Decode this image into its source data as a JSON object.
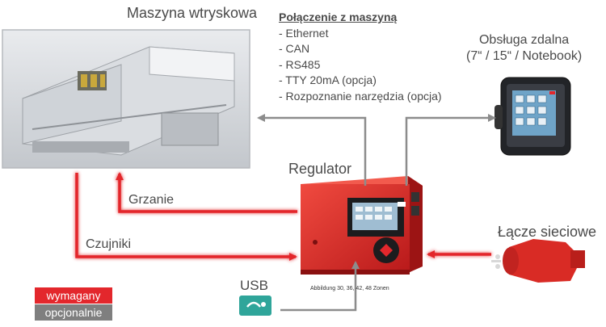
{
  "labels": {
    "machine": "Maszyna wtryskowa",
    "connection_title": "Połączenie z maszyną",
    "connection_items": [
      "- Ethernet",
      "- CAN",
      "- RS485",
      "- TTY 20mA (opcja)",
      "- Rozpoznanie narzędzia (opcja)"
    ],
    "remote_title": "Obsługa zdalna",
    "remote_sub": "(7“ / 15“ / Notebook)",
    "regulator": "Regulator",
    "heating": "Grzanie",
    "sensors": "Czujniki",
    "power": "Łącze sieciowe",
    "usb": "USB",
    "caption": "Abbildung 30, 36, 42, 48 Zonen"
  },
  "legend": {
    "required": "wymagany",
    "optional": "opcjonalnie"
  },
  "colors": {
    "required": "#e3272c",
    "optional": "#8c8c8c",
    "regulator_body": "#e0322c",
    "text": "#4a4a4a"
  }
}
